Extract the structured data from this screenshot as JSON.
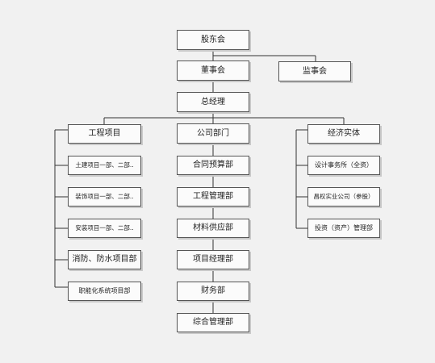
{
  "org": {
    "top": "股东会",
    "board": "董事会",
    "supervisors": "监事会",
    "gm": "总经理",
    "left": {
      "head": "工程项目",
      "items": [
        "土建项目一部、二部..",
        "装饰项目一部、二部..",
        "安装项目一部、二部..",
        "消防、防水项目部",
        "职能化系统项目部"
      ]
    },
    "center": {
      "head": "公司部门",
      "items": [
        "合同预算部",
        "工程管理部",
        "材料供应部",
        "项目经理部",
        "财务部",
        "综合管理部"
      ]
    },
    "right": {
      "head": "经济实体",
      "items": [
        "设计事务所（全资）",
        "昌权实业公司（参股）",
        "投资（资产）管理部"
      ]
    }
  }
}
